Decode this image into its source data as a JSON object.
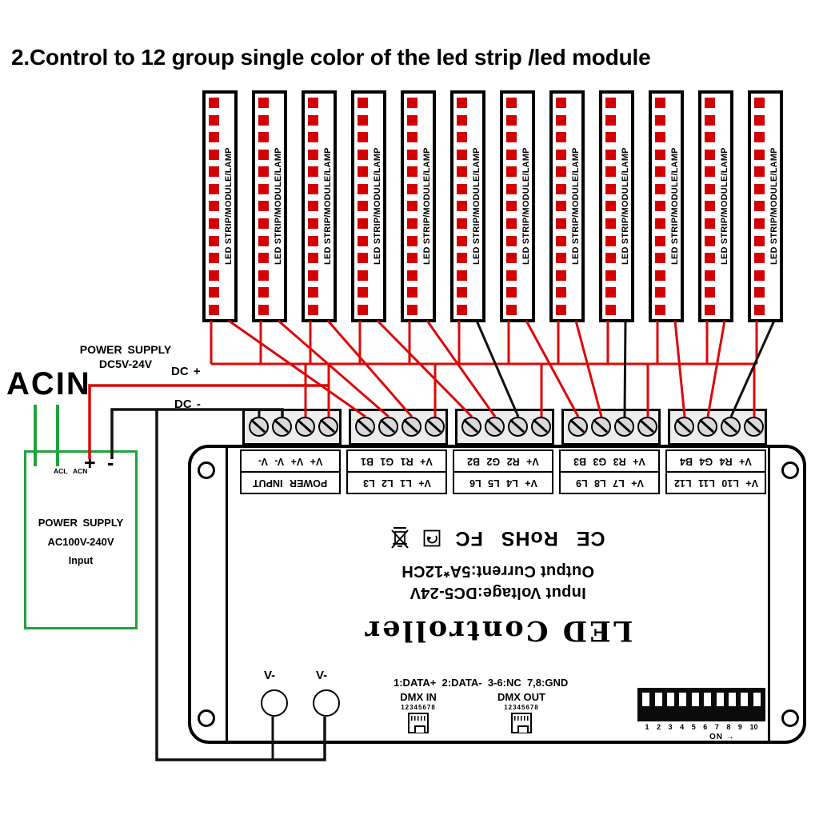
{
  "title": "2.Control to 12 group single color of the led strip /led module",
  "colors": {
    "wire_red": "#dd0808",
    "wire_black": "#111111",
    "wire_green": "#1fa33c",
    "led_red": "#d40000",
    "psu_border": "#1fa33c"
  },
  "led_strips": {
    "count": 12,
    "segments_per_strip": 13,
    "label": "LED STRIP/MODULE/LAMP"
  },
  "ac_input_label": "ACIN",
  "power_supply_box": {
    "terminal_left": "ACL",
    "terminal_right": "ACN",
    "plus": "+",
    "minus": "-",
    "line1": "POWER SUPPLY",
    "line2": "AC100V-240V",
    "line3": "Input"
  },
  "dc_supply_label": {
    "line1": "POWER SUPPLY",
    "line2": "DC5V-24V"
  },
  "dc_plus_label": "DC +",
  "dc_minus_label": "DC -",
  "controller": {
    "terminal_groups": [
      {
        "row1": "V+ V+ V- V-",
        "row2": "POWER INPUT"
      },
      {
        "row1": "V+ R1 G1 B1",
        "row2": "V+ L1 L2 L3"
      },
      {
        "row1": "V+ R2 G2 B2",
        "row2": "V+ L4 L5 L6"
      },
      {
        "row1": "V+ R3 G3 B3",
        "row2": "V+ L7 L8 L9"
      },
      {
        "row1": "V+ R4 G4 B4",
        "row2": "V+ L10 L11 L12"
      }
    ],
    "product_name": "LED Controller",
    "spec_line1": "Input Voltage:DC5-24V",
    "spec_line2": "Output Current:5A*12CH",
    "certifications": "CE RoHS FC",
    "vminus_posts": [
      "V-",
      "V-"
    ],
    "pin_info": "1:DATA+  2:DATA-  3-6:NC  7,8:GND",
    "dmx_in": {
      "label": "DMX IN",
      "pins": "12345678"
    },
    "dmx_out": {
      "label": "DMX OUT",
      "pins": "12345678"
    },
    "dip_switch": {
      "count": 10,
      "numbers": [
        "1",
        "2",
        "3",
        "4",
        "5",
        "6",
        "7",
        "8",
        "9",
        "10"
      ],
      "on_label": "ON",
      "arrow": "→"
    }
  }
}
